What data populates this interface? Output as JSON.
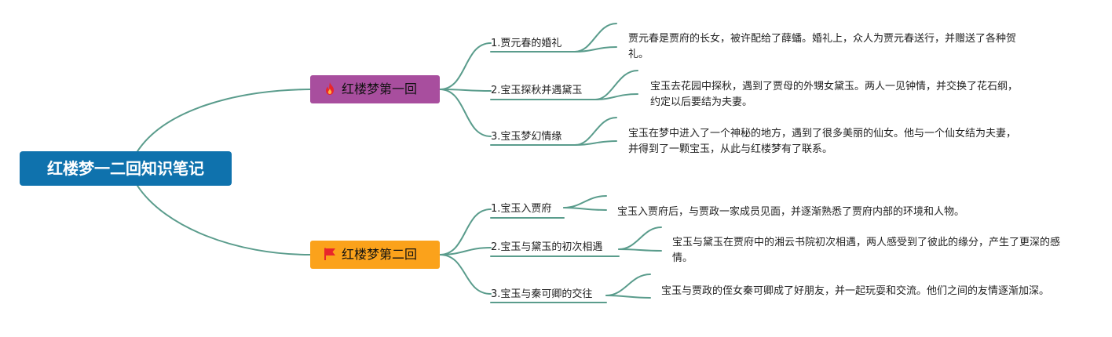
{
  "root": {
    "title": "红楼梦一二回知识笔记"
  },
  "branches": [
    {
      "title": "红楼梦第一回",
      "icon": "fire-icon",
      "color": "#a84e9e",
      "children": [
        {
          "title": "1.贾元春的婚礼",
          "note": "贾元春是贾府的长女，被许配给了薛蟠。婚礼上，众人为贾元春送行，并赠送了各种贺礼。"
        },
        {
          "title": "2.宝玉探秋并遇黛玉",
          "note": "宝玉去花园中探秋，遇到了贾母的外甥女黛玉。两人一见钟情，并交换了花石纲，约定以后要结为夫妻。"
        },
        {
          "title": "3.宝玉梦幻情缘",
          "note": "宝玉在梦中进入了一个神秘的地方，遇到了很多美丽的仙女。他与一个仙女结为夫妻，并得到了一颗宝玉，从此与红楼梦有了联系。"
        }
      ]
    },
    {
      "title": "红楼梦第二回",
      "icon": "flag-icon",
      "color": "#fba21b",
      "children": [
        {
          "title": "1.宝玉入贾府",
          "note": "宝玉入贾府后，与贾政一家成员见面，并逐渐熟悉了贾府内部的环境和人物。"
        },
        {
          "title": "2.宝玉与黛玉的初次相遇",
          "note": "宝玉与黛玉在贾府中的湘云书院初次相遇，两人感受到了彼此的缘分，产生了更深的感情。"
        },
        {
          "title": "3.宝玉与秦可卿的交往",
          "note": "宝玉与贾政的侄女秦可卿成了好朋友，并一起玩耍和交流。他们之间的友情逐渐加深。"
        }
      ]
    }
  ],
  "colors": {
    "root": "#0f72ad",
    "edge": "#5a9c8c"
  }
}
